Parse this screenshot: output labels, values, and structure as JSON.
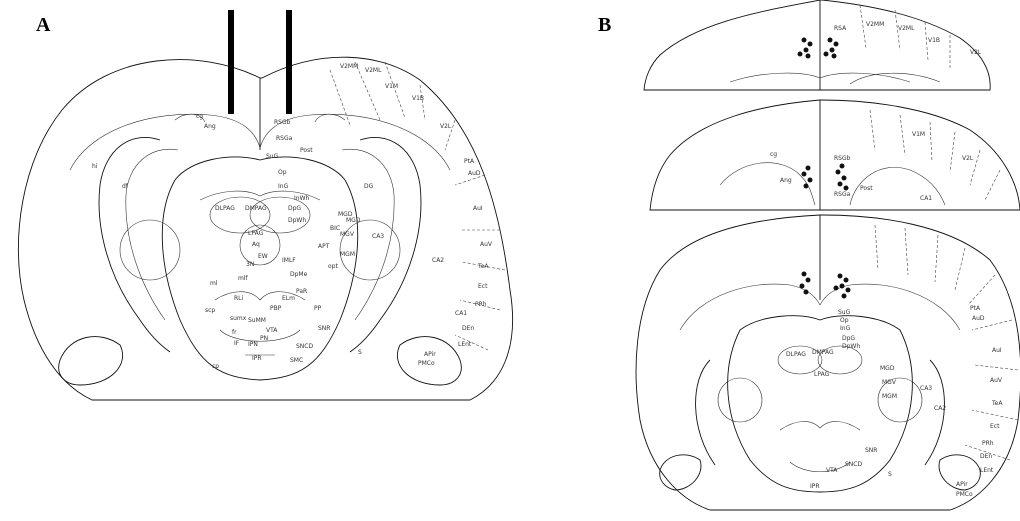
{
  "figure": {
    "panel_a_label": "A",
    "panel_b_label": "B"
  },
  "panel_a": {
    "region_labels": [
      "cg",
      "Ang",
      "RSGb",
      "RSGa",
      "Post",
      "SuG",
      "Op",
      "InG",
      "DLPAG",
      "DMPAG",
      "LPAG",
      "DpG",
      "DpWh",
      "InWh",
      "MGD",
      "MGV",
      "MGM",
      "BIC",
      "APT",
      "DpMe",
      "IMLF",
      "CA3",
      "CA2",
      "CA1",
      "V2MM",
      "V2ML",
      "V1M",
      "V1B",
      "V2L",
      "PtA",
      "AuD",
      "AuV",
      "AuI",
      "TeA",
      "Ect",
      "PRh",
      "DEn",
      "LEnt",
      "APir",
      "PMCo",
      "SNR",
      "SNCD",
      "VTA",
      "IPR",
      "SMC",
      "DG",
      "S",
      "PP",
      "cp",
      "ml",
      "scp",
      "fr",
      "SuMM",
      "PBP",
      "IPN",
      "IF",
      "MGD",
      "Aq",
      "EW",
      "3N",
      "RLi",
      "ELm",
      "PaR",
      "PN",
      "sumx",
      "mlf",
      "opt",
      "hi",
      "df"
    ]
  },
  "panel_b": {
    "region_labels": [
      "RSA",
      "V2MM",
      "V2ML",
      "V1B",
      "V2L",
      "RSGb",
      "RSGa",
      "Post",
      "V1M",
      "V2L",
      "CA1",
      "cg",
      "Ang",
      "PtA",
      "AuD",
      "AuI",
      "AuV",
      "TeA",
      "Ect",
      "PRh",
      "DEn",
      "LEnt",
      "APir",
      "PMCo",
      "S",
      "SNR",
      "SNCD",
      "VTA",
      "IPR",
      "DLPAG",
      "DMPAG",
      "LPAG",
      "MGD",
      "MGV",
      "MGM",
      "CA3",
      "CA2",
      "InG",
      "Op",
      "SuG",
      "DpG",
      "DpWh"
    ]
  },
  "colors": {
    "line": "#111111",
    "electrode": "#000000",
    "marker": "#000000"
  }
}
